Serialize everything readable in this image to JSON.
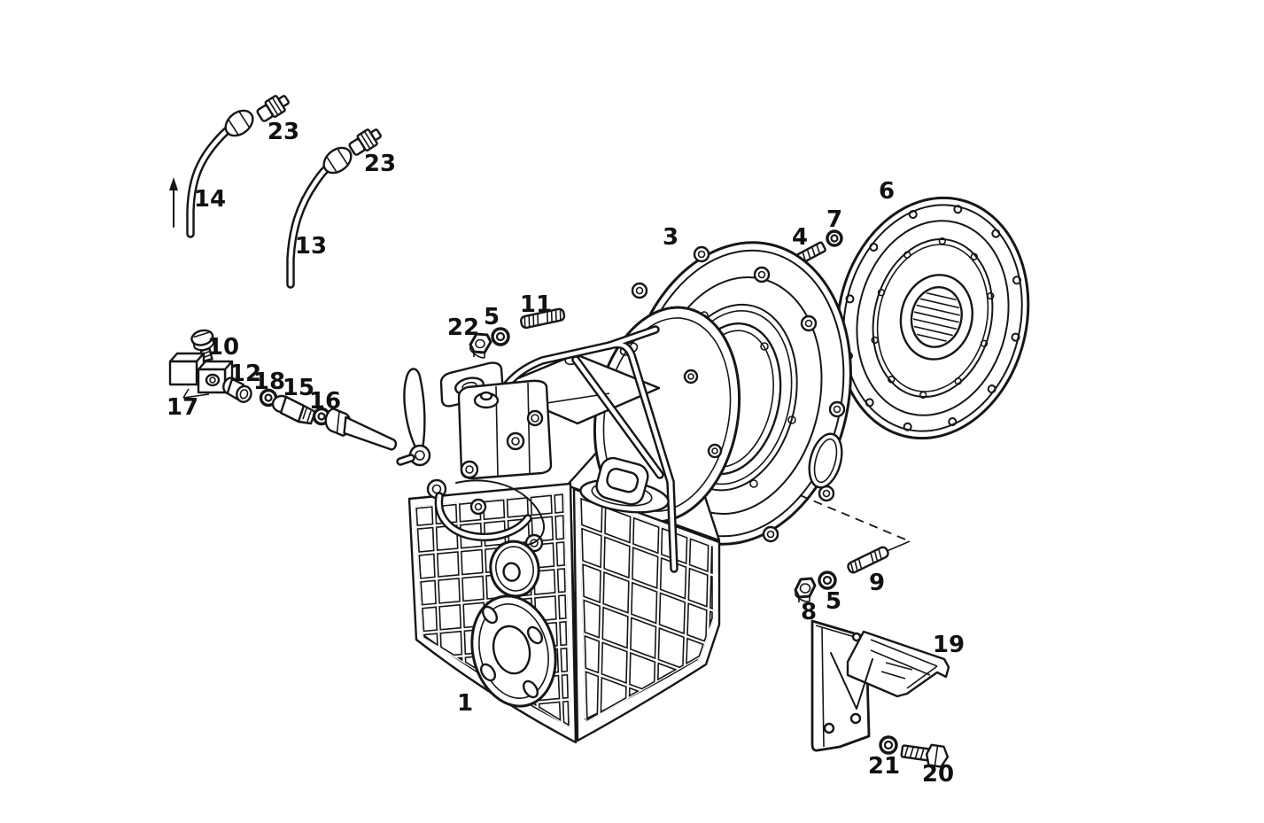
{
  "figure": {
    "background_color": "#ffffff",
    "ink_color": "#161616",
    "icons": {
      "direction_arrow": "up-arrow"
    },
    "callouts": [
      {
        "part": "oil-dipstick-tube-left",
        "label": "14"
      },
      {
        "part": "fitting-upper",
        "label": "23"
      },
      {
        "part": "oil-dipstick-tube-right",
        "label": "13"
      },
      {
        "part": "fitting-lower",
        "label": "23"
      },
      {
        "part": "screw",
        "label": "10"
      },
      {
        "part": "block-pair",
        "label": "17"
      },
      {
        "part": "union-fitting",
        "label": "12"
      },
      {
        "part": "washer-small",
        "label": "18"
      },
      {
        "part": "sender-switch",
        "label": "15"
      },
      {
        "part": "washer-probe",
        "label": "16"
      },
      {
        "part": "nut-top",
        "label": "22"
      },
      {
        "part": "washer-top",
        "label": "5"
      },
      {
        "part": "stud-top",
        "label": "11"
      },
      {
        "part": "gearbox-housing",
        "label": "1"
      },
      {
        "part": "adapter-flange",
        "label": "3"
      },
      {
        "part": "bolt-flange",
        "label": "4"
      },
      {
        "part": "washer-flange",
        "label": "7"
      },
      {
        "part": "flywheel-coupling",
        "label": "6"
      },
      {
        "part": "nut-lower",
        "label": "8"
      },
      {
        "part": "washer-lower",
        "label": "5"
      },
      {
        "part": "stud-lower",
        "label": "9"
      },
      {
        "part": "mounting-bracket",
        "label": "19"
      },
      {
        "part": "washer-bracket",
        "label": "21"
      },
      {
        "part": "bolt-bracket",
        "label": "20"
      }
    ]
  }
}
